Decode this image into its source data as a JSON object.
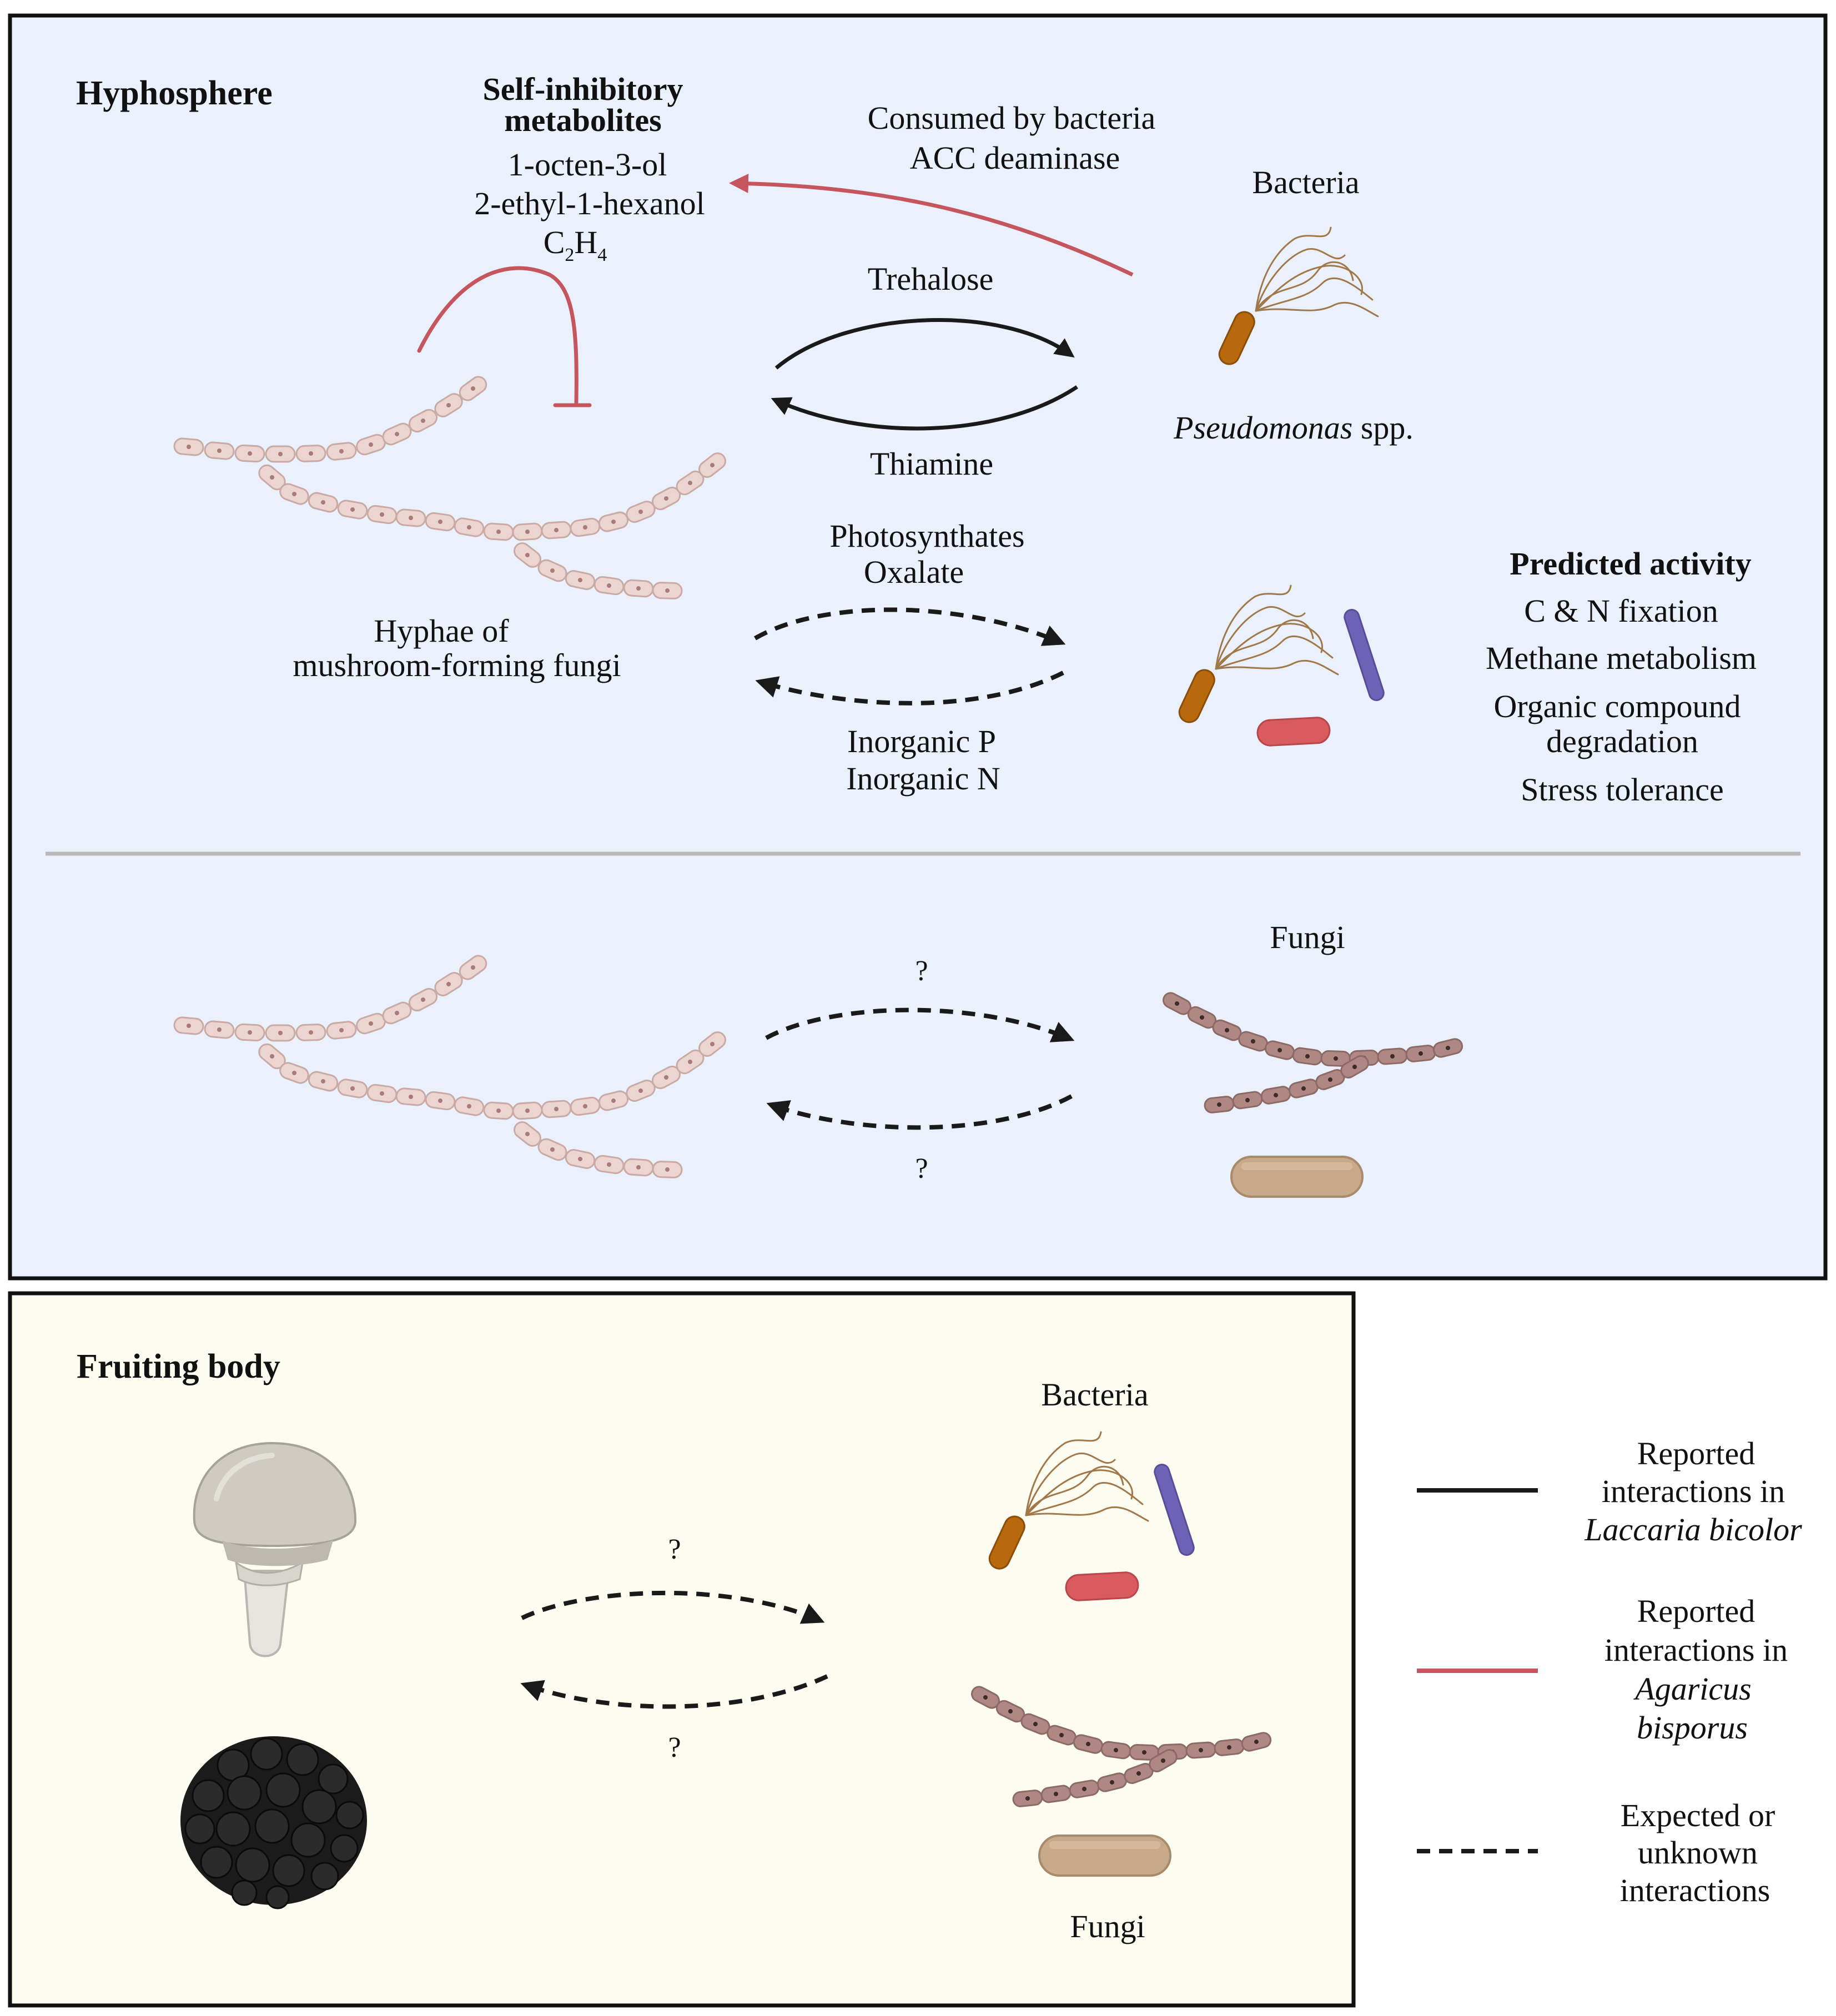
{
  "hyphosphere": {
    "title": "Hyphosphere",
    "self_inhibitory": {
      "heading_line1": "Self-inhibitory",
      "heading_line2": "metabolites",
      "items": [
        "1-octen-3-ol",
        "2-ethyl-1-hexanol"
      ],
      "ethylene": {
        "c": "C",
        "sub1": "2",
        "h": "H",
        "sub2": "4"
      }
    },
    "consumed": {
      "line1": "Consumed by bacteria",
      "line2": "ACC deaminase"
    },
    "bacteria_label": "Bacteria",
    "pseudomonas": {
      "genus": "Pseudomonas",
      "suffix": " spp."
    },
    "trehalose": "Trehalose",
    "thiamine": "Thiamine",
    "photosynthates": "Photosynthates",
    "oxalate": "Oxalate",
    "inorganic_p": "Inorganic P",
    "inorganic_n": "Inorganic N",
    "hyphae_label": {
      "line1": "Hyphae of",
      "line2": "mushroom-forming fungi"
    },
    "predicted": {
      "heading": "Predicted activity",
      "items": [
        "C & N fixation",
        "Methane metabolism",
        "Organic compound",
        "degradation",
        "Stress tolerance"
      ]
    },
    "fungi_label": "Fungi",
    "q_top": "?",
    "q_bottom": "?"
  },
  "fruiting": {
    "title": "Fruiting body",
    "bacteria_label": "Bacteria",
    "fungi_label": "Fungi",
    "q_top": "?",
    "q_bottom": "?"
  },
  "legend": {
    "items": [
      {
        "line1": "Reported",
        "line2": "interactions in",
        "line3": "Laccaria bicolor",
        "style": "solid",
        "color": "#1a1a1a"
      },
      {
        "line1": "Reported",
        "line2": "interactions in",
        "line3": "Agaricus",
        "line4": "bisporus",
        "style": "solid",
        "color": "#c5565e"
      },
      {
        "line1": "Expected or",
        "line2": "unknown",
        "line3": "interactions",
        "style": "dashed",
        "color": "#1a1a1a"
      }
    ]
  },
  "colors": {
    "hyphosphere_bg": "#ebf1fc",
    "fruiting_bg": "#fdfcf1",
    "reported_black": "#1a1a1a",
    "reported_red": "#c5565e",
    "divider": "#b9b9b9",
    "host_hyphae": "#ecd4d0",
    "other_fungi_hyphae": "#b08883",
    "yeast": "#c8a98a",
    "pseudomonas_body": "#b8690d",
    "rod_purple": "#6e62b6",
    "rod_red": "#d95a5f",
    "truffle": "#1b1b1b"
  },
  "icons": [
    "host-hyphae-icon",
    "pseudomonas-icon",
    "rod-bacterium-icon",
    "fungal-hyphae-icon",
    "yeast-cell-icon",
    "mushroom-icon",
    "truffle-icon"
  ]
}
